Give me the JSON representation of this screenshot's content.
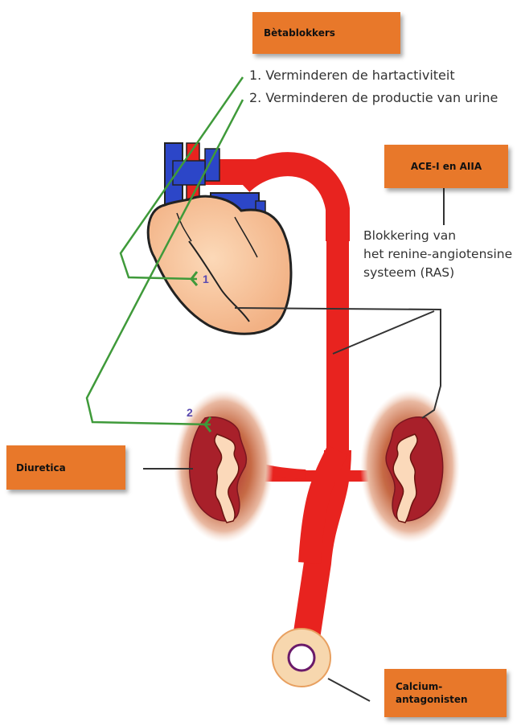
{
  "labels": {
    "betablokkers": "Bètablokkers",
    "ace": "ACE-I en AIIA",
    "diuretica": "Diuretica",
    "calcium_line1": "Calcium-",
    "calcium_line2": "antagonisten"
  },
  "betablokkers_effects": {
    "item1": "1. Verminderen de hartactiviteit",
    "item2": "2. Verminderen de productie van urine"
  },
  "ace_effect": {
    "line1": "Blokkering van",
    "line2": "het renine-angiotensine",
    "line3": "systeem (RAS)"
  },
  "markers": {
    "heart": "1",
    "kidney": "2"
  },
  "colors": {
    "label_box": "#e8782a",
    "artery": "#e8231f",
    "vein": "#2c46c8",
    "heart": "#f7c49a",
    "pointer_green": "#3f9a3a"
  }
}
